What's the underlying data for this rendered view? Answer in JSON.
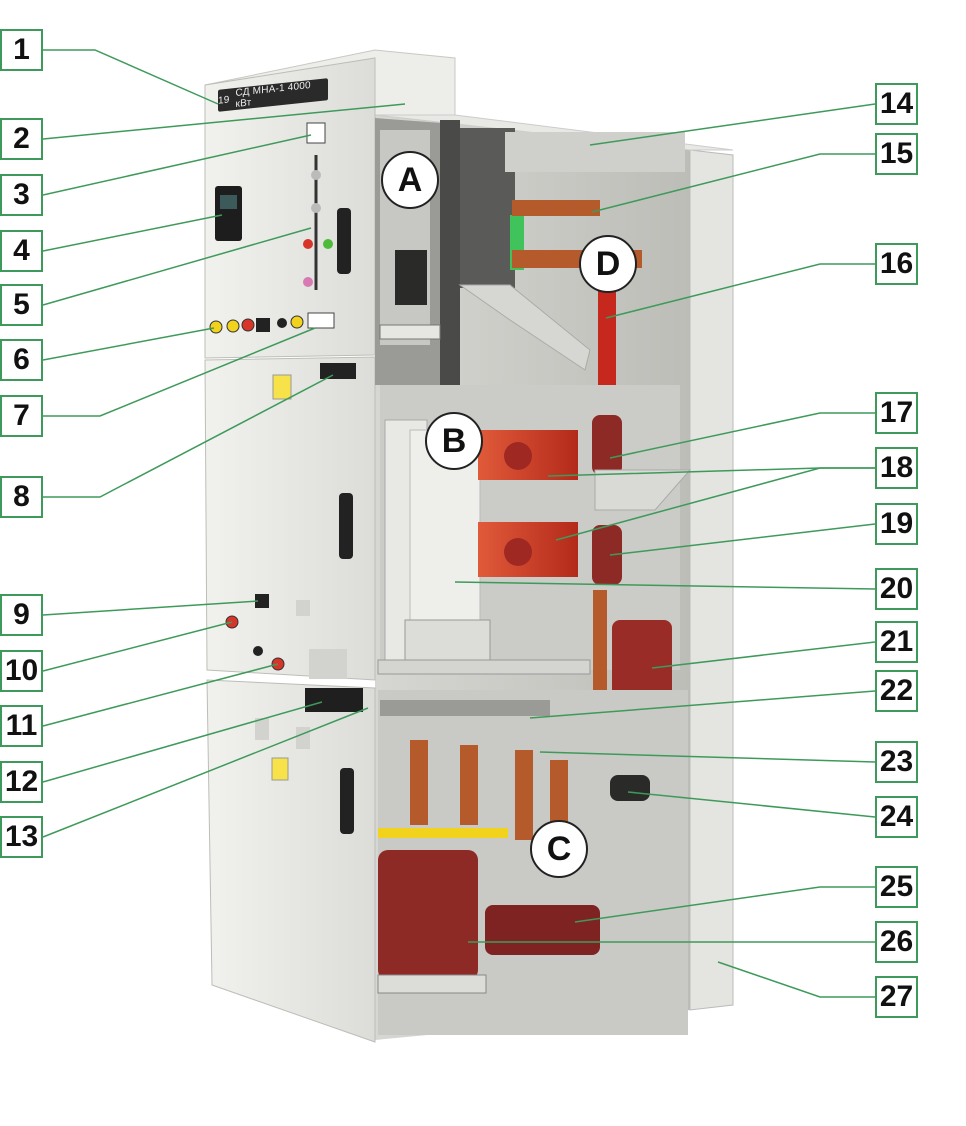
{
  "nameplate": {
    "prefix": "19",
    "text": "СД МНА-1 4000 кВт"
  },
  "callouts_left": [
    "1",
    "2",
    "3",
    "4",
    "5",
    "6",
    "7",
    "8",
    "9",
    "10",
    "11",
    "12",
    "13"
  ],
  "callouts_right": [
    "14",
    "15",
    "16",
    "17",
    "18",
    "19",
    "20",
    "21",
    "22",
    "23",
    "24",
    "25",
    "26",
    "27"
  ],
  "zones": [
    "A",
    "B",
    "C",
    "D"
  ],
  "colors": {
    "leader_line": "#3e9a5a",
    "cabinet": "#e9e9e6",
    "cabinet_shadow": "#cfcfcc",
    "busbar_copper": "#b55a2a",
    "insulator_red": "#8e2a26",
    "breaker_red": "#c8321f"
  }
}
